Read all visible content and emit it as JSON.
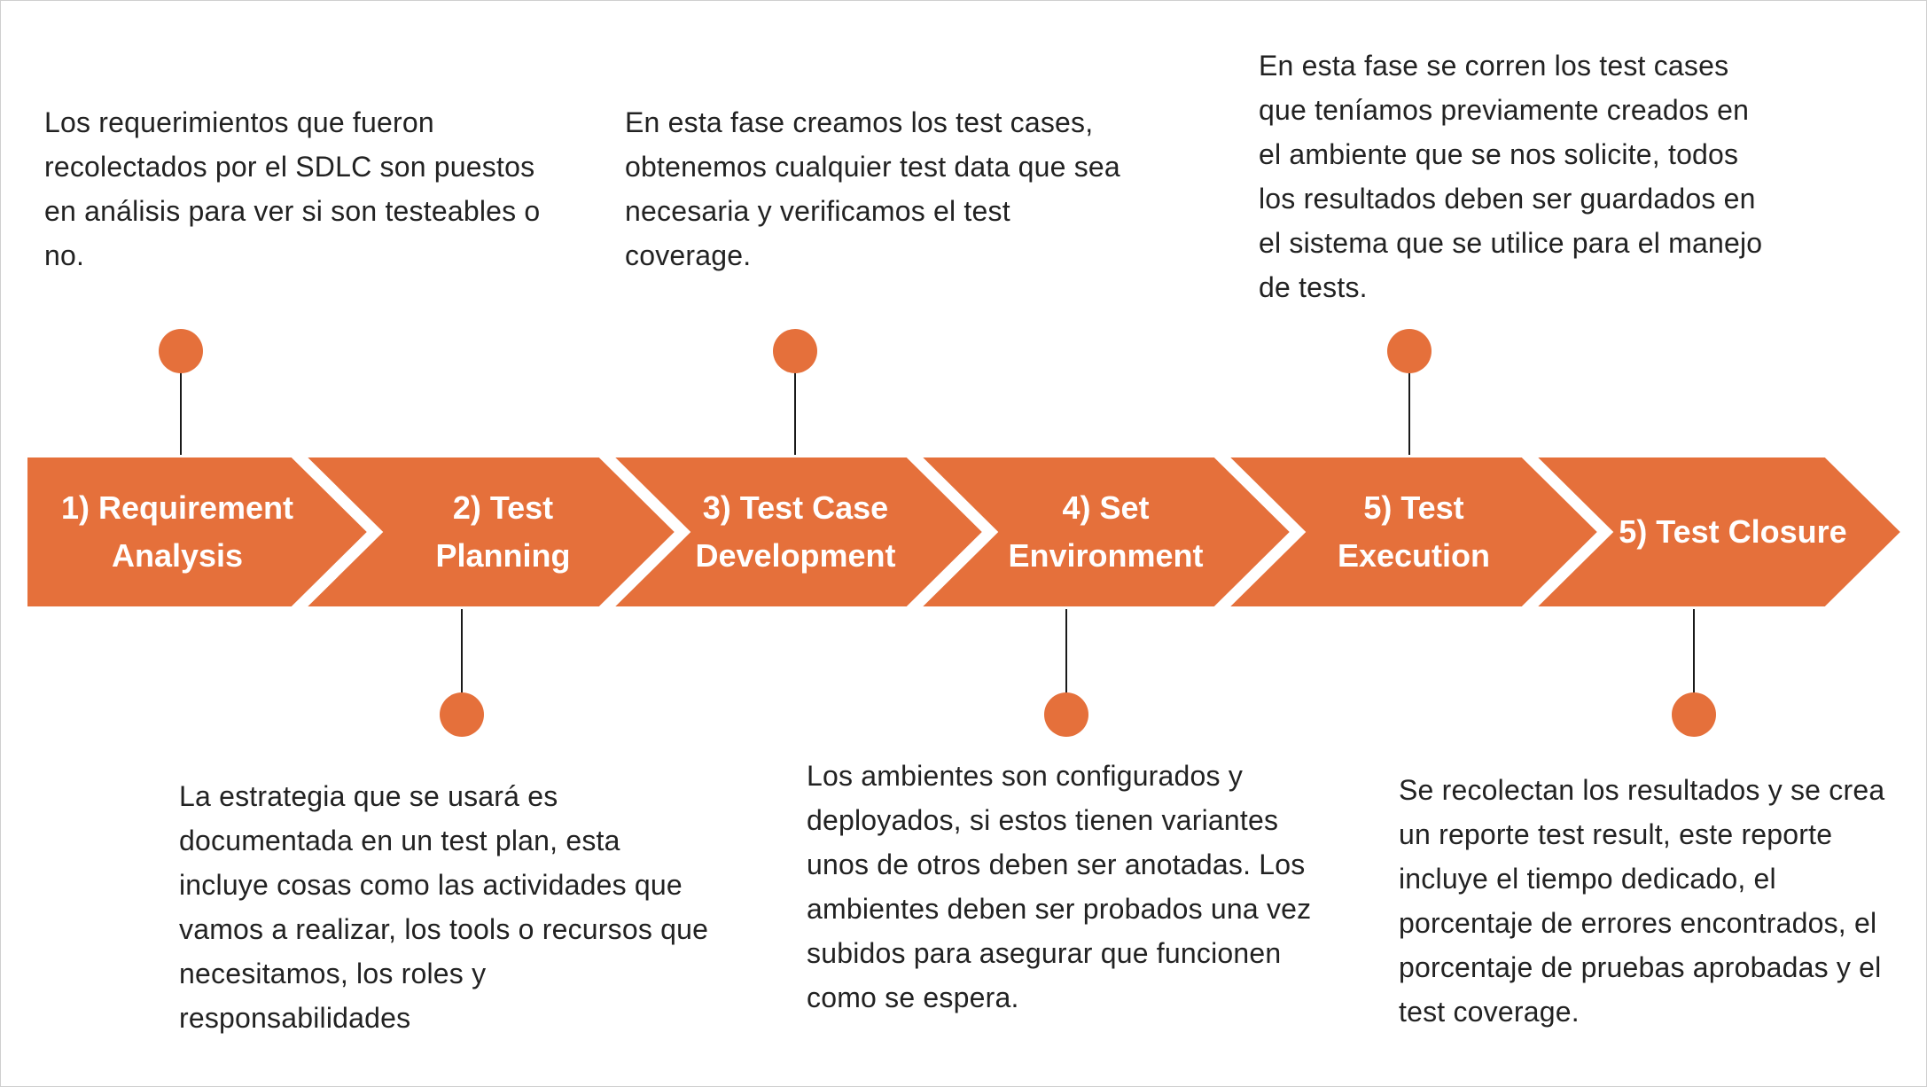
{
  "colors": {
    "arrow": "#e5703b",
    "dot": "#e5703b",
    "separator": "#ffffff",
    "stem": "#1a1a1a",
    "text": "#222222"
  },
  "stages": [
    {
      "label": "1) Requirement Analysis",
      "description": "Los requerimientos que fueron recolectados por el SDLC son puestos en análisis para ver si son testeables o no."
    },
    {
      "label": "2) Test Planning",
      "description": "La estrategia que se usará es documentada en un test plan, esta incluye cosas como las actividades que vamos a realizar, los tools o recursos que necesitamos, los roles y responsabilidades"
    },
    {
      "label": "3) Test Case Development",
      "description": "En esta fase creamos los test cases, obtenemos cualquier test data que sea necesaria y verificamos el test coverage."
    },
    {
      "label": "4) Set Environment",
      "description": "Los ambientes son configurados y deployados, si estos tienen variantes unos de otros deben ser anotadas. Los ambientes deben ser probados una vez subidos para asegurar que funcionen como se espera."
    },
    {
      "label": "5) Test Execution",
      "description": "En esta fase se corren los test cases que teníamos previamente creados en el ambiente que se nos solicite, todos los resultados deben ser guardados en el sistema que se utilice para el manejo de tests."
    },
    {
      "label": "5) Test Closure",
      "description": "Se recolectan los resultados y se crea un reporte test result, este reporte incluye el tiempo dedicado, el porcentaje de errores encontrados, el porcentaje de pruebas aprobadas y el test coverage."
    }
  ]
}
